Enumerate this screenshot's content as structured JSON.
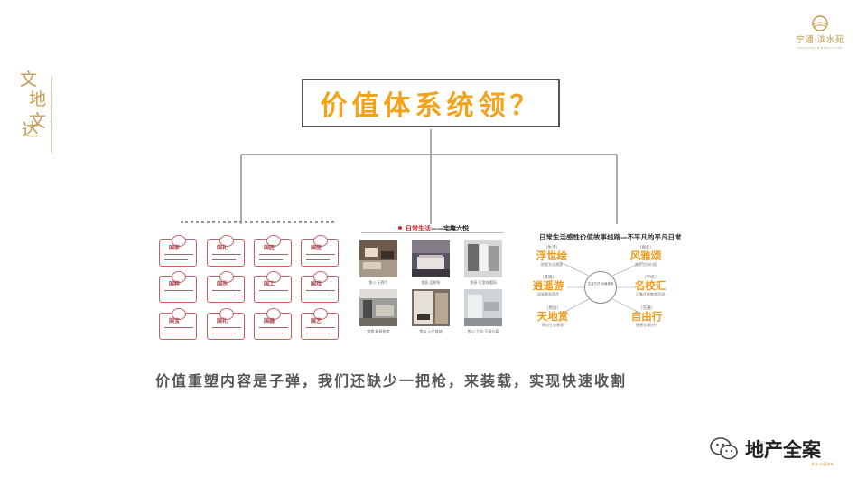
{
  "brand_left": {
    "chars": [
      "文",
      "地",
      "文",
      "达"
    ]
  },
  "brand_right": {
    "name": "宁通·滨水苑",
    "sub": "NINGTONG BINSHUI YUAN"
  },
  "title": "价值体系统领？",
  "panel1": {
    "cells": [
      {
        "tag": "国家"
      },
      {
        "tag": "国礼"
      },
      {
        "tag": "国匠"
      },
      {
        "tag": "国医"
      },
      {
        "tag": "国粹"
      },
      {
        "tag": "国乐"
      },
      {
        "tag": "国工"
      },
      {
        "tag": "国戏"
      },
      {
        "tag": "国宝"
      },
      {
        "tag": "国礼"
      },
      {
        "tag": "国器"
      },
      {
        "tag": "国艺"
      }
    ]
  },
  "panel2": {
    "title_red": "日常生活",
    "title_dark": "——宅趣六悦",
    "photos": [
      {
        "caption": "悦人·无界厅"
      },
      {
        "caption": "悦居·品质卧"
      },
      {
        "caption": "悦享·至宽衣帽间"
      },
      {
        "caption": "悦食·精致厨房"
      },
      {
        "caption": "悦洁·入户收纳"
      },
      {
        "caption": "悦心·卫浴·干湿分离"
      }
    ]
  },
  "panel3": {
    "title": "日常生活感性价值故事线路—不平凡的平凡日常",
    "hub": "生活方式 价值体系",
    "nodes": [
      {
        "small": "（生活）",
        "big": "浮世绘",
        "desc": "地缘文化溯源"
      },
      {
        "small": "（商业）",
        "big": "风雅颂",
        "desc": "商业空间价值"
      },
      {
        "small": "（景观）",
        "big": "逍遥游",
        "desc": "园林景观营造"
      },
      {
        "small": "（学校）",
        "big": "名校汇",
        "desc": "汇集优质教育资源"
      },
      {
        "small": "（周边）",
        "big": "天地赏",
        "desc": "周边生态景观"
      },
      {
        "small": "（交通）",
        "big": "自由行",
        "desc": "便捷交通出行"
      }
    ]
  },
  "caption": "价值重塑内容是子弹，我们还缺少一把枪，来装载，实现快速收割",
  "watermark": "地产全案",
  "footer_tiny": "品牌·营销·策划",
  "footer_small": "文化·价值体系"
}
